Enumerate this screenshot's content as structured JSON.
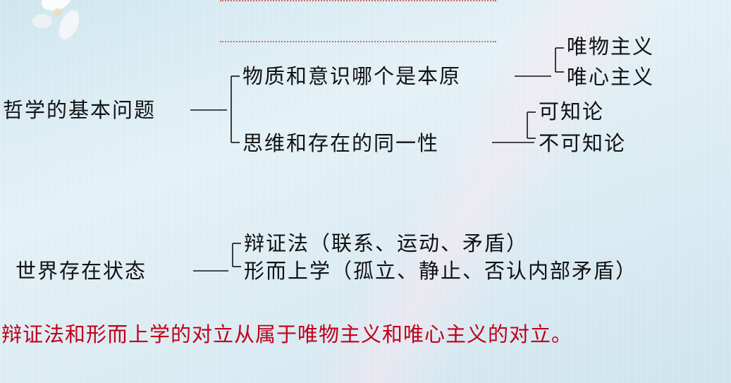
{
  "tree1": {
    "root": "哲学的基本问题",
    "branch_a": "物质和意识哪个是本原",
    "branch_a_leaves": [
      "唯物主义",
      "唯心主义"
    ],
    "branch_b": "思维和存在的同一性",
    "branch_b_leaves": [
      "可知论",
      "不可知论"
    ]
  },
  "tree2": {
    "root": "世界存在状态",
    "branches": [
      "辩证法（联系、运动、矛盾）",
      "形而上学（孤立、静止、否认内部矛盾）"
    ]
  },
  "summary": "辩证法和形而上学的对立从属于唯物主义和唯心主义的对立。",
  "colors": {
    "text": "#111111",
    "summary": "#c0001a",
    "dotted_rule": "#d06a6a"
  }
}
